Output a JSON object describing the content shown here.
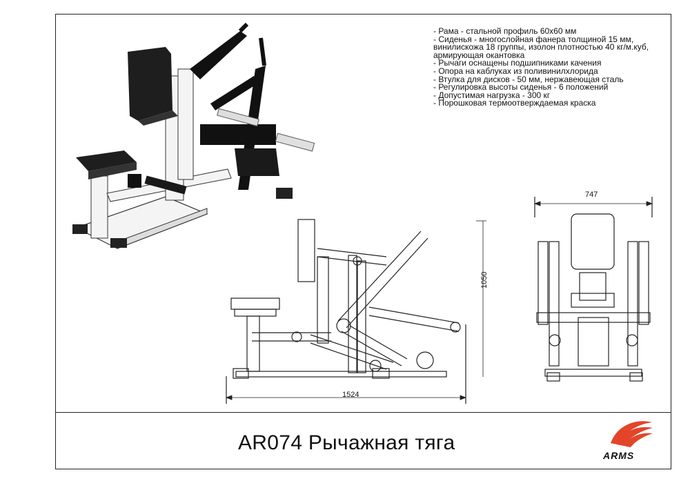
{
  "specs": [
    "- Рама - стальной профиль 60х60 мм",
    "- Сиденья - многослойная фанера толщиной 15 мм,",
    "винилискожа 18 группы, изолон плотностью 40 кг/м.куб,",
    "армирующая окантовка",
    "- Рычаги оснащены подшипниками качения",
    "- Опора на каблуках из поливинилхлорида",
    "- Втулка для дисков - 50 мм, нержавеющая сталь",
    "- Регулировка высоты сиденья - 6 положений",
    "- Допустимая нагрузка - 300 кг",
    "- Порошковая термоотверждаемая краска"
  ],
  "dimensions": {
    "length": "1524",
    "height": "1050",
    "width": "747"
  },
  "title": "AR074 Рычажная тяга",
  "logo": {
    "text": "ARMS",
    "color": "#e2452a"
  }
}
